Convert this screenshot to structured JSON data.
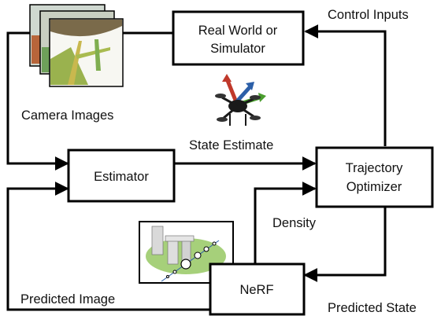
{
  "nodes": {
    "real_world": {
      "lines": [
        "Real World or",
        "Simulator"
      ]
    },
    "estimator": {
      "lines": [
        "Estimator"
      ]
    },
    "trajectory_optimizer": {
      "lines": [
        "Trajectory",
        "Optimizer"
      ]
    },
    "nerf": {
      "lines": [
        "NeRF"
      ]
    }
  },
  "edge_labels": {
    "control_inputs": "Control Inputs",
    "camera_images": "Camera Images",
    "state_estimate": "State Estimate",
    "density": "Density",
    "predicted_image": "Predicted Image",
    "predicted_state": "Predicted State"
  },
  "colors": {
    "stroke": "#000000",
    "drone_arrow_red": "#c0392b",
    "drone_arrow_blue": "#2c5fa8",
    "drone_arrow_green": "#4a9d2e",
    "nerf_ellipse": "#a6d07a"
  }
}
